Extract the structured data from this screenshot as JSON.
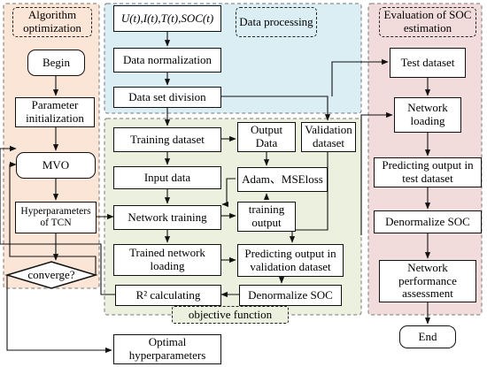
{
  "panels": {
    "algorithm": {
      "title": "Algorithm optimization",
      "color": "#fbe5d6"
    },
    "data": {
      "title": "Data processing",
      "color": "#dbeef4"
    },
    "objective": {
      "title": "objective function",
      "color": "#ebf1de"
    },
    "evaluation": {
      "title": "Evaluation of SOC estimation",
      "color": "#f2dcdb"
    }
  },
  "nodes": {
    "begin": "Begin",
    "param_init": "Parameter initialization",
    "mvo": "MVO",
    "hyper_tcn": "Hyperparameters of TCN",
    "converge": "converge?",
    "inputs": "U(t),I(t),T(t),SOC(t)",
    "normalization": "Data normalization",
    "division": "Data set division",
    "training_dataset": "Training dataset",
    "input_data": "Input data",
    "network_training": "Network training",
    "trained_loading": "Trained network loading",
    "r2": "R² calculating",
    "output_data": "Output Data",
    "adam": "Adam、MSEloss",
    "training_output": "training output",
    "predict_validation": "Predicting output in validation dataset",
    "denorm_val": "Denormalize SOC",
    "validation_dataset": "Validation dataset",
    "test_dataset": "Test dataset",
    "network_loading": "Network loading",
    "predict_test": "Predicting output in test dataset",
    "denorm_test": "Denormalize SOC",
    "assessment": "Network performance assessment",
    "end": "End",
    "optimal": "Optimal hyperparameters"
  }
}
